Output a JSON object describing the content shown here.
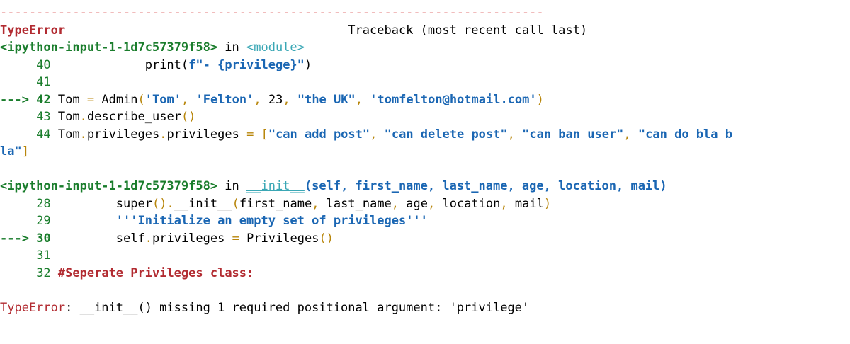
{
  "separator": "---------------------------------------------------------------------------",
  "error_type": "TypeError",
  "traceback_header": "Traceback (most recent call last)",
  "frames": [
    {
      "file": "<ipython-input-1-1d7c57379f58>",
      "in_word": " in ",
      "func": "<module>",
      "args": "",
      "lines": [
        {
          "arrow": "",
          "no": "40",
          "code": "             print(f\"- {privilege}\")"
        },
        {
          "arrow": "",
          "no": "41",
          "code": ""
        },
        {
          "arrow": "--->",
          "no": "42",
          "code": "Tom = Admin('Tom', 'Felton', 23, \"the UK\", 'tomfelton@hotmail.com')"
        },
        {
          "arrow": "",
          "no": "43",
          "code": "Tom.describe_user()"
        },
        {
          "arrow": "",
          "no": "44",
          "code": "Tom.privileges.privileges = [\"can add post\", \"can delete post\", \"can ban user\", \"can do bla b"
        },
        {
          "arrow": "",
          "no": "",
          "code": "la\"]"
        }
      ]
    },
    {
      "file": "<ipython-input-1-1d7c57379f58>",
      "in_word": " in ",
      "func": "__init__",
      "args": "(self, first_name, last_name, age, location, mail)",
      "lines": [
        {
          "arrow": "",
          "no": "28",
          "code": "         super().__init__(first_name, last_name, age, location, mail)"
        },
        {
          "arrow": "",
          "no": "29",
          "code": "         '''Initialize an empty set of privileges'''"
        },
        {
          "arrow": "--->",
          "no": "30",
          "code": "         self.privileges = Privileges()"
        },
        {
          "arrow": "",
          "no": "31",
          "code": ""
        },
        {
          "arrow": "",
          "no": "32",
          "code": "#Seperate Privileges class:"
        }
      ]
    }
  ],
  "final_error": {
    "type": "TypeError",
    "message": ": __init__() missing 1 required positional argument: 'privilege'"
  },
  "colors": {
    "error_red": "#b22b31",
    "line_green": "#1a7d2c",
    "string_blue": "#1a66b3",
    "module_cyan": "#3aa7b5",
    "operator_gold": "#b8860b"
  }
}
